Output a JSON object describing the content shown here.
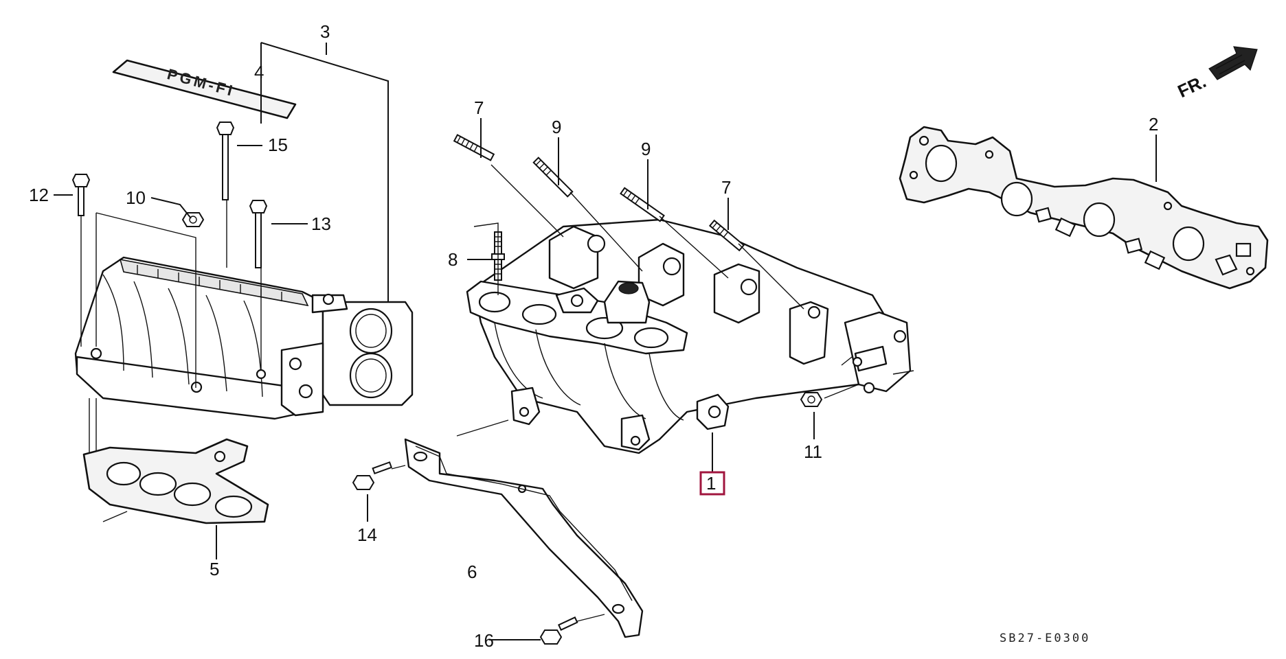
{
  "callouts": {
    "c1": "1",
    "c2": "2",
    "c3": "3",
    "c4": "4",
    "c5": "5",
    "c6": "6",
    "c7a": "7",
    "c7b": "7",
    "c8": "8",
    "c9a": "9",
    "c9b": "9",
    "c10": "10",
    "c11": "11",
    "c12": "12",
    "c13": "13",
    "c14": "14",
    "c15": "15",
    "c16": "16"
  },
  "highlight_color": "#a0153e",
  "cover_plate_text": "PGM-FI",
  "direction_label": "FR.",
  "diagram_code": "SB27-E0300"
}
